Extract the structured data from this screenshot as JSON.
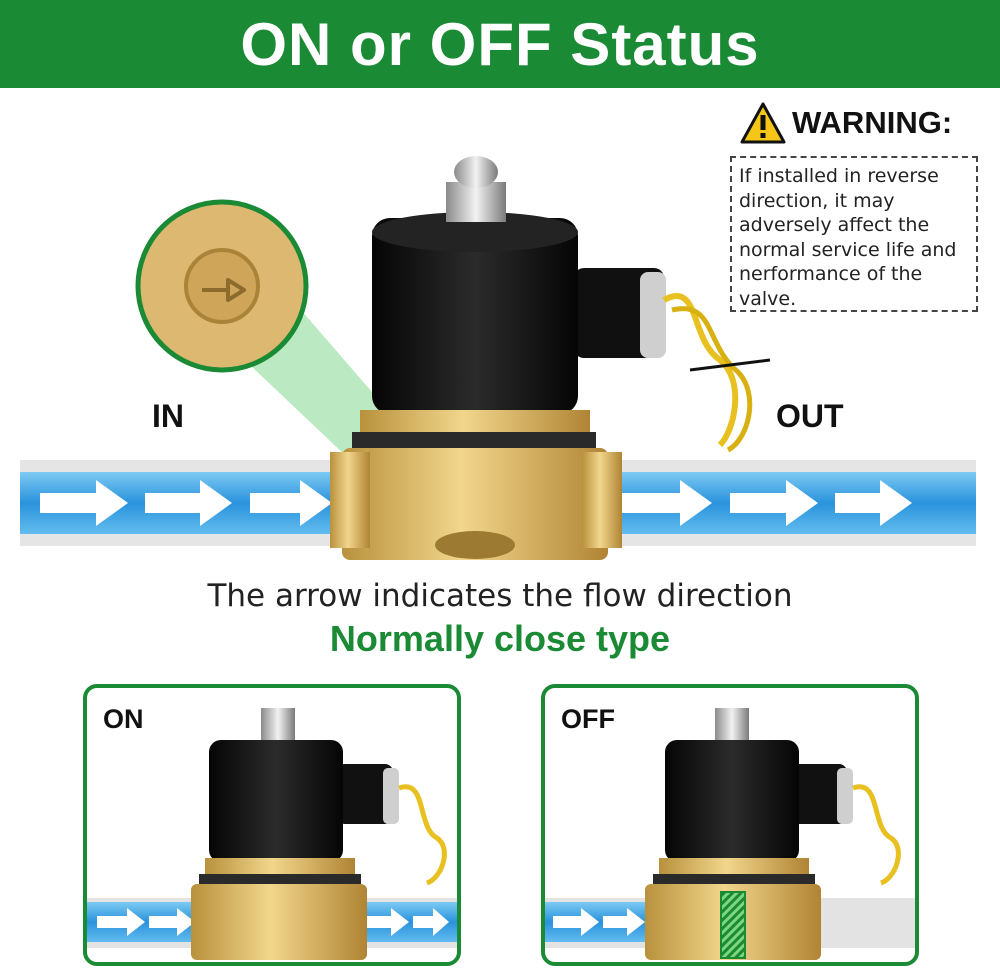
{
  "banner": {
    "title": "ON or OFF Status"
  },
  "warning": {
    "heading": "WARNING:",
    "text": "If installed in reverse direction, it may adversely affect the normal service life and nerformance of the valve."
  },
  "flow": {
    "in_label": "IN",
    "out_label": "OUT"
  },
  "captions": {
    "line1": "The arrow indicates the flow direction",
    "line2": "Normally close type"
  },
  "panels": {
    "on_label": "ON",
    "off_label": "OFF"
  },
  "colors": {
    "brand_green": "#1a8a35",
    "brass": "#d9b45a",
    "water": "#2f9ee0",
    "coil": "#111111",
    "wire": "#e8c020"
  }
}
